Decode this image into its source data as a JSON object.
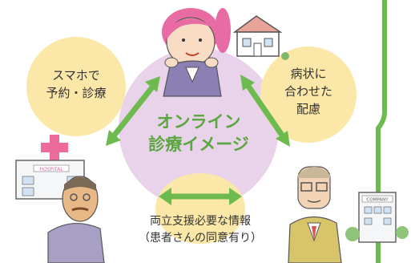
{
  "center": {
    "line1": "オンライン",
    "line2": "診療イメージ"
  },
  "left_bubble": {
    "line1": "スマホで",
    "line2": "予約・診療"
  },
  "right_bubble": {
    "line1": "病状に",
    "line2": "合わせた",
    "line3": "配慮"
  },
  "bottom_label": {
    "line1": "両立支援必要な情報",
    "line2": "（患者さんの同意有り）"
  },
  "hospital_sign": "HOSPITAL",
  "company_sign": "COMPANY",
  "colors": {
    "center_circle": "#e9d3ea",
    "bubble": "#fbe7a7",
    "arrow": "#6dbb4e",
    "center_text": "#5aa63f",
    "divider": "#6dbb4e"
  }
}
